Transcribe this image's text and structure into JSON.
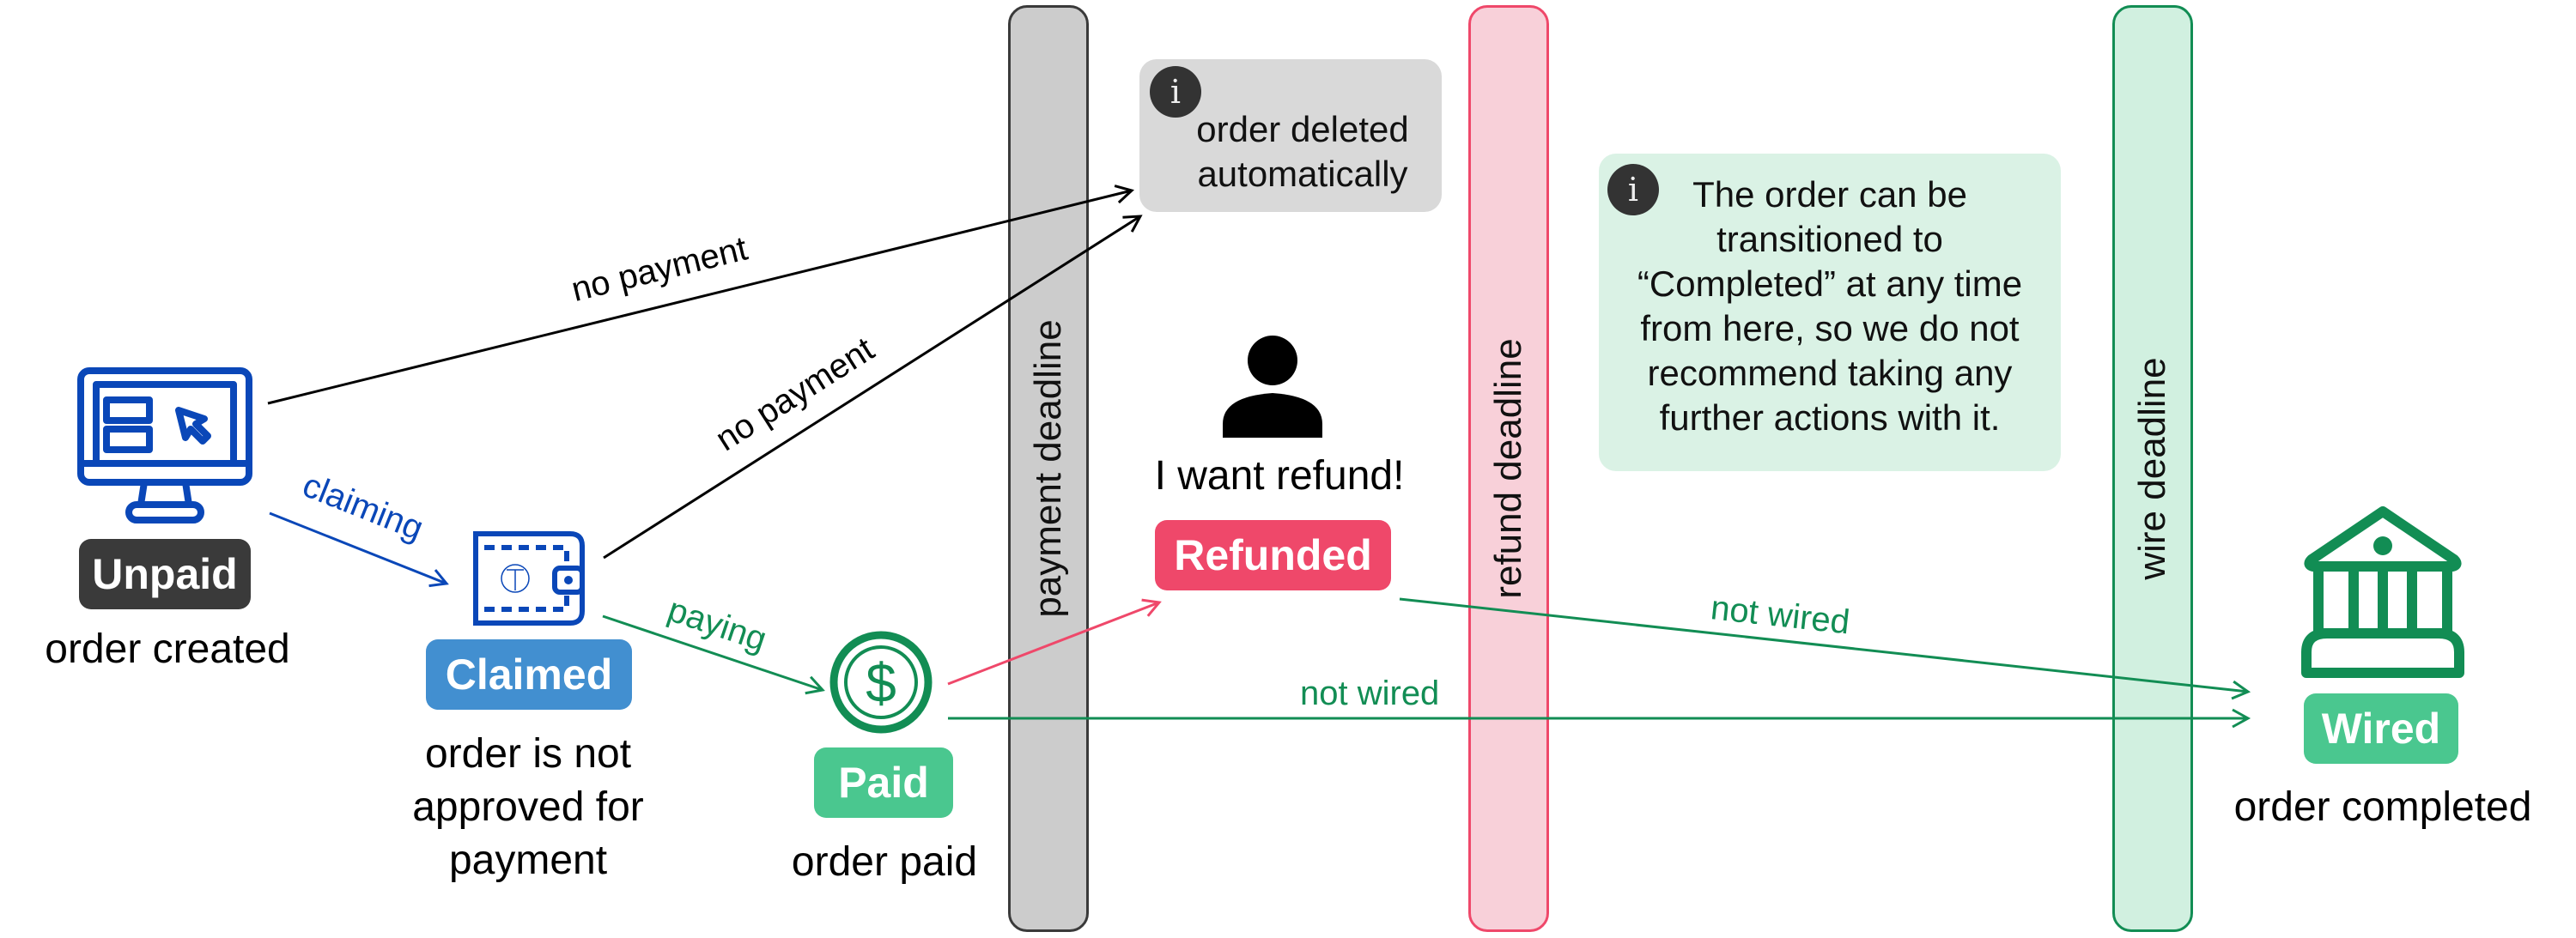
{
  "lanes": {
    "payment": {
      "label": "payment deadline",
      "fill": "#cccccc",
      "border": "#3a3a3a"
    },
    "refund": {
      "label": "refund deadline",
      "fill": "#f8d0d9",
      "border": "#ef486a"
    },
    "wire": {
      "label": "wire deadline",
      "fill": "#d1f0e0",
      "border": "#128d54"
    }
  },
  "states": {
    "unpaid": {
      "badge": "Unpaid",
      "caption": "order created",
      "color": "#3a3a3a",
      "icon": "computer-monitor-icon"
    },
    "claimed": {
      "badge": "Claimed",
      "caption_lines": [
        "order is not",
        "approved for",
        "payment"
      ],
      "color": "#428fd0",
      "icon": "wallet-icon"
    },
    "paid": {
      "badge": "Paid",
      "caption": "order paid",
      "color": "#4ac78f",
      "icon": "dollar-coin-icon"
    },
    "refunded": {
      "badge": "Refunded",
      "caption": "I want refund!",
      "color": "#ef486a",
      "icon": "person-icon"
    },
    "wired": {
      "badge": "Wired",
      "caption": "order completed",
      "color": "#4ac78f",
      "icon": "bank-icon"
    }
  },
  "notes": {
    "deleted": {
      "lines": [
        "order deleted",
        "automatically"
      ],
      "fill": "#d9d9d9",
      "icon": "info-icon"
    },
    "completed": {
      "lines": [
        "The order can be",
        "transitioned to",
        "“Completed” at any time",
        "from here, so we do not",
        "recommend taking any",
        "further actions with it."
      ],
      "fill": "#daf2e5",
      "icon": "info-icon"
    }
  },
  "edges": {
    "unpaid_no_payment": {
      "label": "no payment",
      "color": "#000000"
    },
    "claimed_no_payment": {
      "label": "no payment",
      "color": "#000000"
    },
    "claiming": {
      "label": "claiming",
      "color": "#0a47b8"
    },
    "paying": {
      "label": "paying",
      "color": "#128d54"
    },
    "paid_refund": {
      "label": "",
      "color": "#ef486a"
    },
    "refunded_not_wired": {
      "label": "not wired",
      "color": "#128d54"
    },
    "paid_not_wired": {
      "label": "not wired",
      "color": "#128d54"
    }
  },
  "info_glyph": "i",
  "colors": {
    "blue_icon": "#0a47b8",
    "green_icon": "#128d54"
  }
}
